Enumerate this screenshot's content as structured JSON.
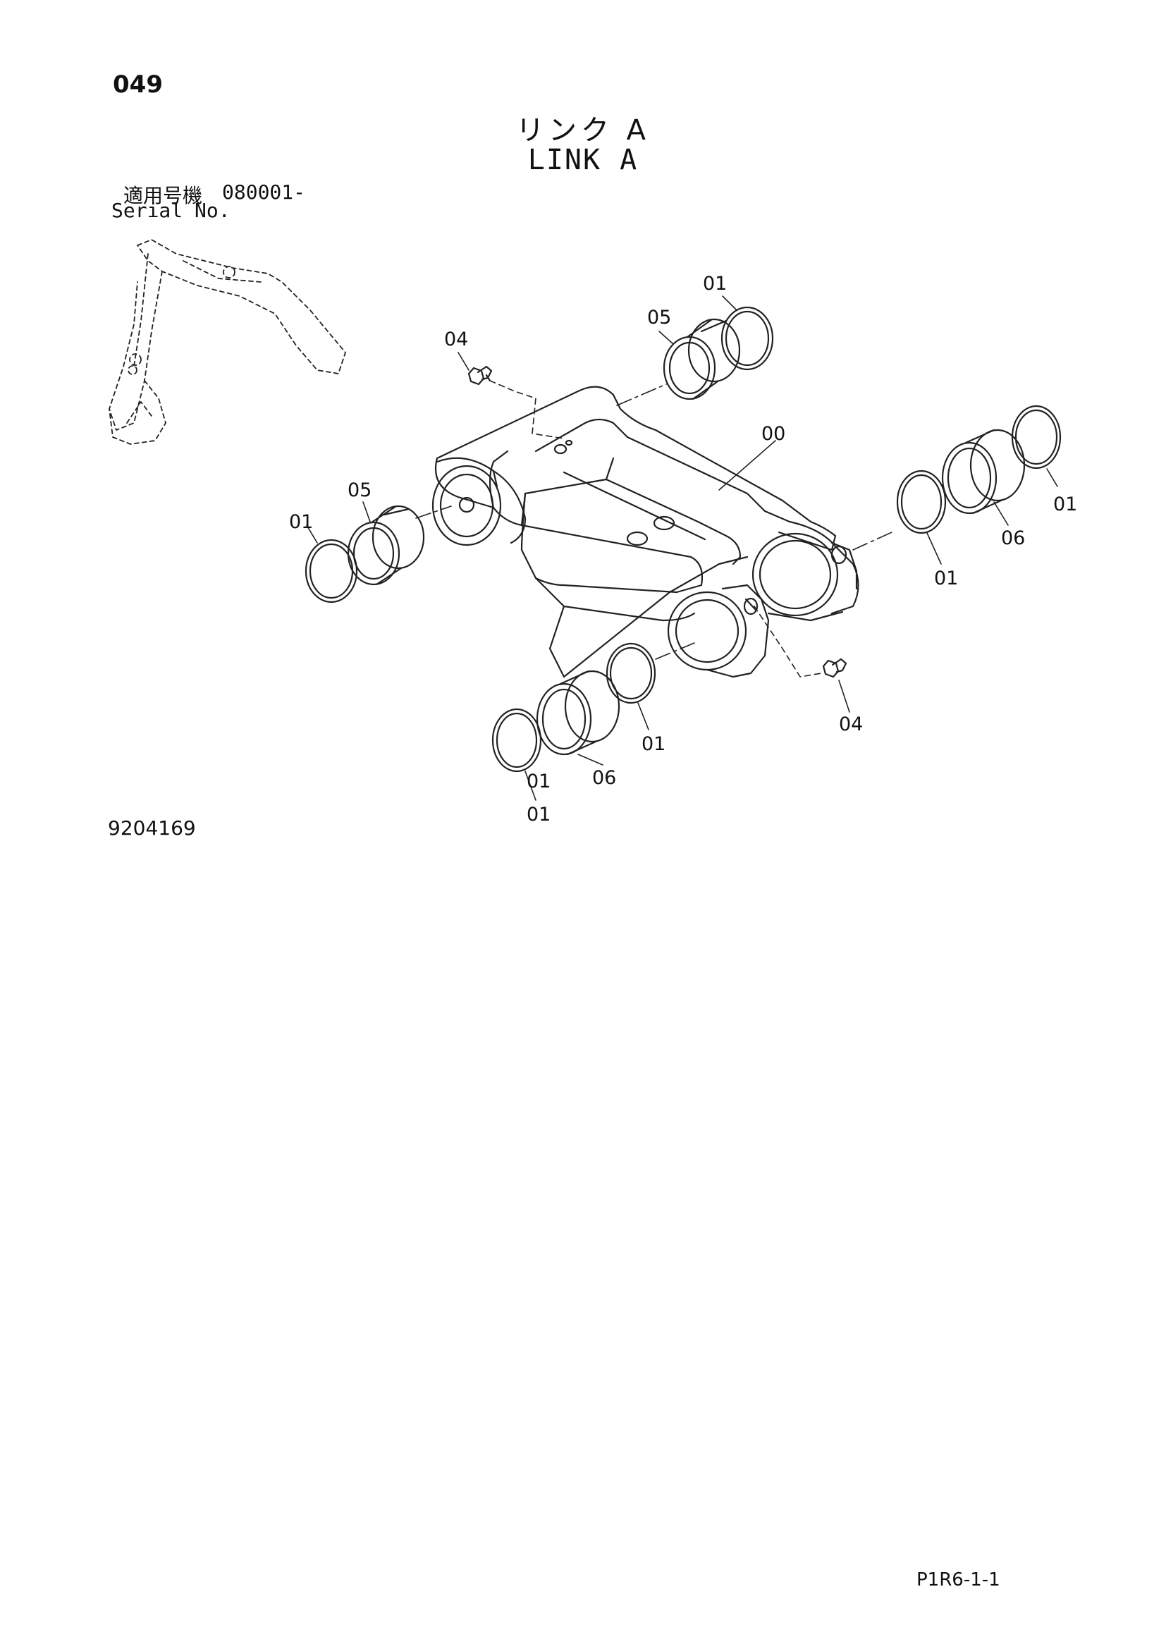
{
  "header": {
    "page_number": "049",
    "title_jp": "リンク A",
    "title_en": "LINK A",
    "serial_label_jp": "適用号機",
    "serial_value": "080001-",
    "serial_label_en": "Serial No."
  },
  "callouts": [
    "01",
    "05",
    "04",
    "00",
    "05",
    "01",
    "01",
    "06",
    "01",
    "01",
    "04",
    "01",
    "06",
    "01"
  ],
  "footer": {
    "drawing_number": "9204169",
    "page_code": "P1R6-1-1"
  }
}
